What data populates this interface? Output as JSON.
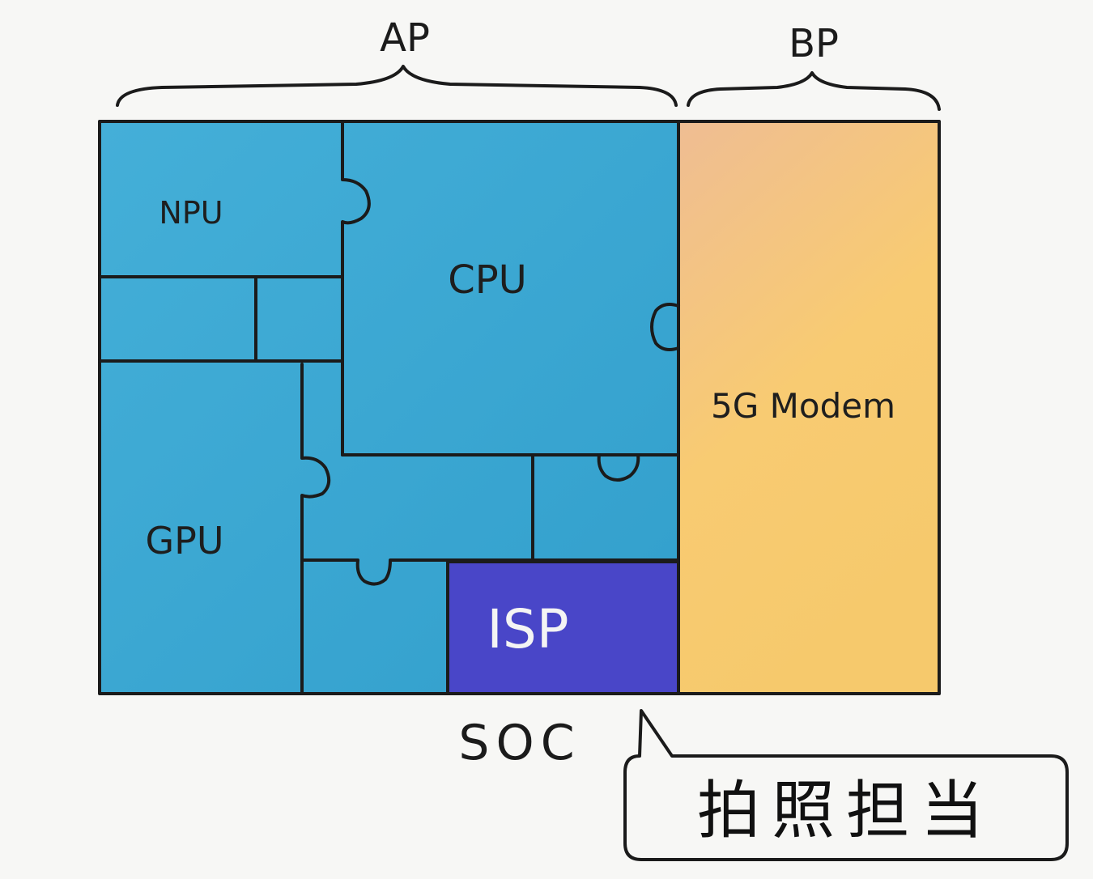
{
  "labels": {
    "ap": "AP",
    "bp": "BP",
    "npu": "NPU",
    "cpu": "CPU",
    "gpu": "GPU",
    "isp": "ISP",
    "modem": "5G Modem",
    "soc": "SOC",
    "callout": "拍照担当"
  },
  "colors": {
    "ap_blue": "#3aa7d2",
    "isp_purple": "#4a46c9",
    "modem_top": "#f1c08f",
    "modem_bottom": "#f8cf6c",
    "outline": "#1b1b1b"
  }
}
